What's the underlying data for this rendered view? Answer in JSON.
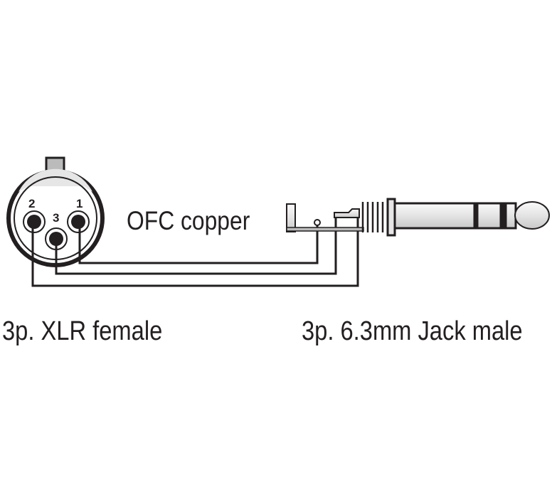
{
  "cable_label": "OFC copper",
  "left_connector": {
    "label": "3p. XLR female",
    "pins": [
      "1",
      "2",
      "3"
    ]
  },
  "right_connector": {
    "label": "3p. 6.3mm Jack male"
  },
  "colors": {
    "line": "#231f20",
    "metal": "#e6e6e6"
  }
}
